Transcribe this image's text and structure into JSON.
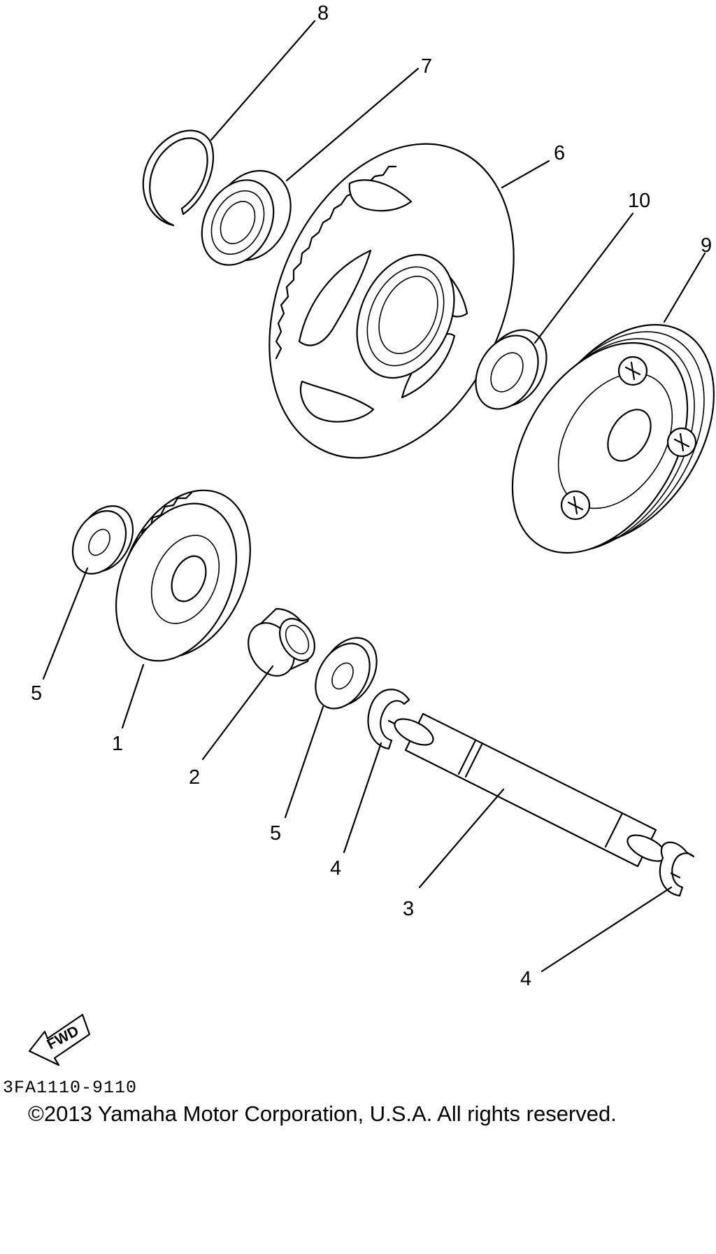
{
  "callouts": {
    "p8": "8",
    "p7": "7",
    "p6": "6",
    "p10": "10",
    "p9": "9",
    "p5a": "5",
    "p1": "1",
    "p2": "2",
    "p5b": "5",
    "p4a": "4",
    "p3": "3",
    "p4b": "4"
  },
  "fwd_label": "FWD",
  "diagram_code": "3FA1110-9110",
  "copyright": "©2013 Yamaha Motor Corporation, U.S.A. All rights reserved."
}
